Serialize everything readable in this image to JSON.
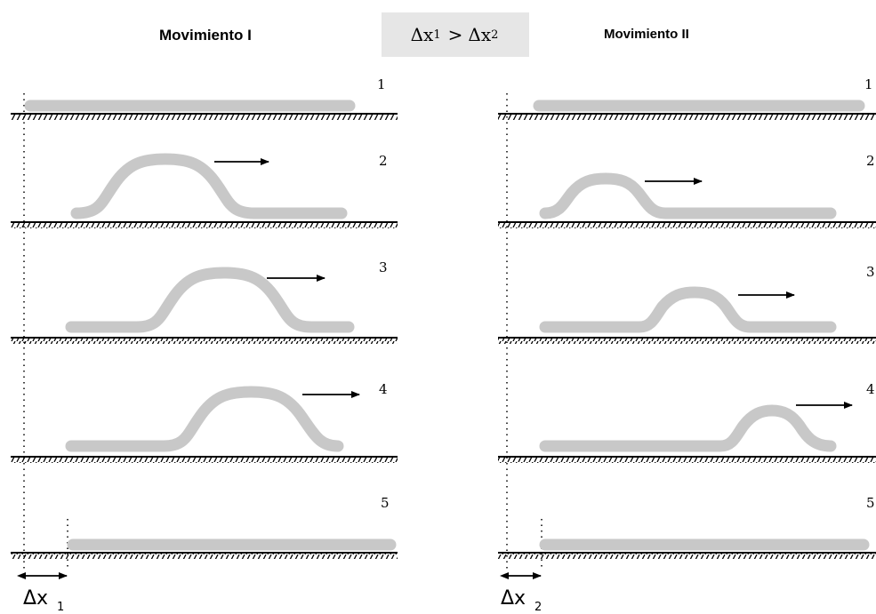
{
  "titles": {
    "movement_1": "Movimiento I",
    "movement_2": "Movimiento II"
  },
  "comparison": {
    "delta": "Δ",
    "x_left": "x",
    "sub_left": "1",
    "operator": ">",
    "x_right": "x",
    "sub_right": "2"
  },
  "panels": [
    {
      "stages": [
        "1",
        "2",
        "3",
        "4",
        "5"
      ],
      "delta_label": "Δx",
      "delta_sub": "1"
    },
    {
      "stages": [
        "1",
        "2",
        "3",
        "4",
        "5"
      ],
      "delta_label": "Δx",
      "delta_sub": "2"
    }
  ],
  "colors": {
    "worm": "#c8c8c8",
    "ink": "#000000",
    "box": "#e6e6e6"
  }
}
